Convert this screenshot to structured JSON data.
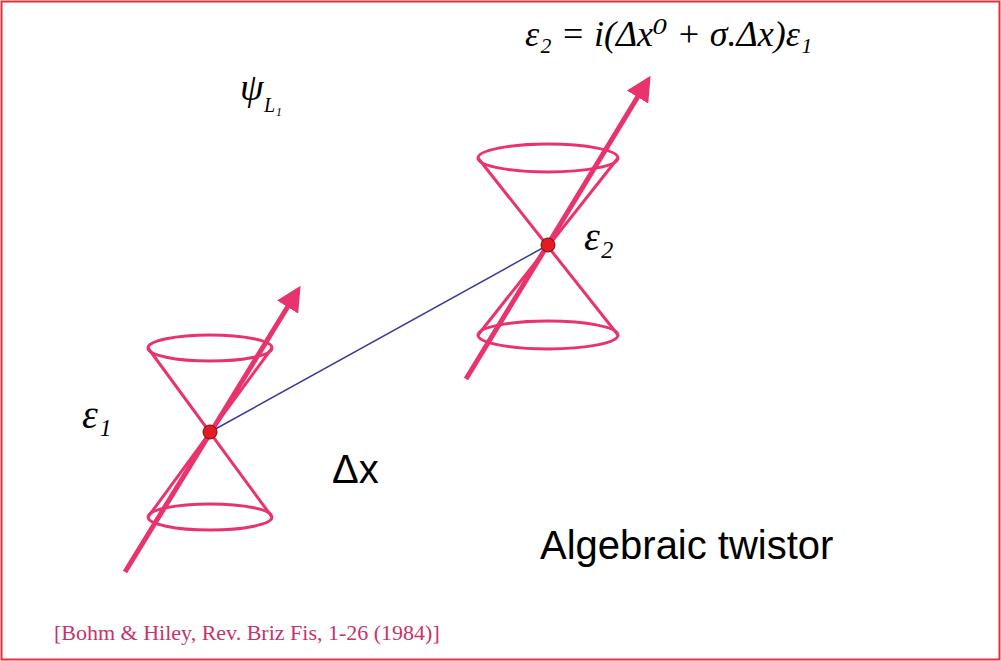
{
  "diagram": {
    "labels": [
      "ε₂ = i(Δx⁰ + σ.Δx)ε₁",
      "ψ",
      "L₁",
      "ε₂",
      "ε₁",
      "Δx",
      "Algebraic twistor",
      "[Bohm & Hiley, Rev. Briz Fis, 1-26 (1984)]"
    ]
  }
}
